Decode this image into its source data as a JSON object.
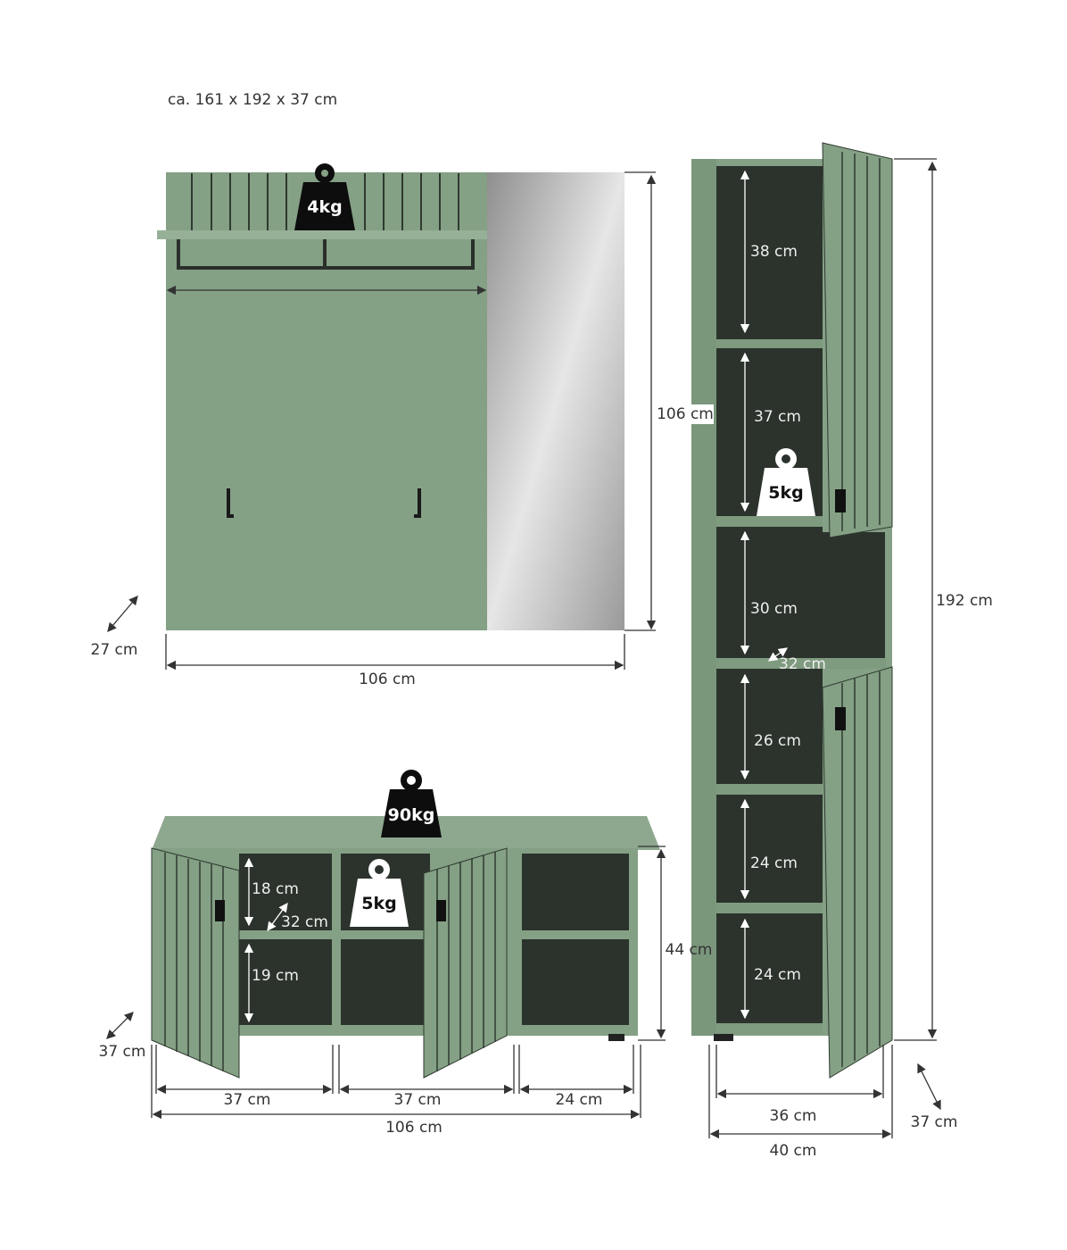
{
  "overall_size": "ca. 161 x 192 x 37 cm",
  "colors": {
    "body": "#84a085",
    "interior": "#2b332c",
    "mirror": "#b9b9b9",
    "weight_dark": "#0d0d0d",
    "weight_light": "#ffffff"
  },
  "wardrobe": {
    "weight": "4kg",
    "width": "106 cm",
    "height": "106 cm",
    "depth": "27 cm"
  },
  "tall_cabinet": {
    "compartments": [
      "38 cm",
      "37 cm",
      "30 cm",
      "26 cm",
      "24 cm",
      "24 cm"
    ],
    "shelf_depth": "32 cm",
    "weight": "5kg",
    "height": "192 cm",
    "inner_width": "36 cm",
    "width": "40 cm",
    "depth": "37 cm"
  },
  "sideboard": {
    "top_weight": "90kg",
    "shelf_weight": "5kg",
    "upper_height": "18 cm",
    "shelf_depth": "32 cm",
    "lower_height": "19 cm",
    "height": "44 cm",
    "depth": "37 cm",
    "sections": [
      "37 cm",
      "37 cm",
      "24 cm"
    ],
    "width": "106 cm"
  }
}
